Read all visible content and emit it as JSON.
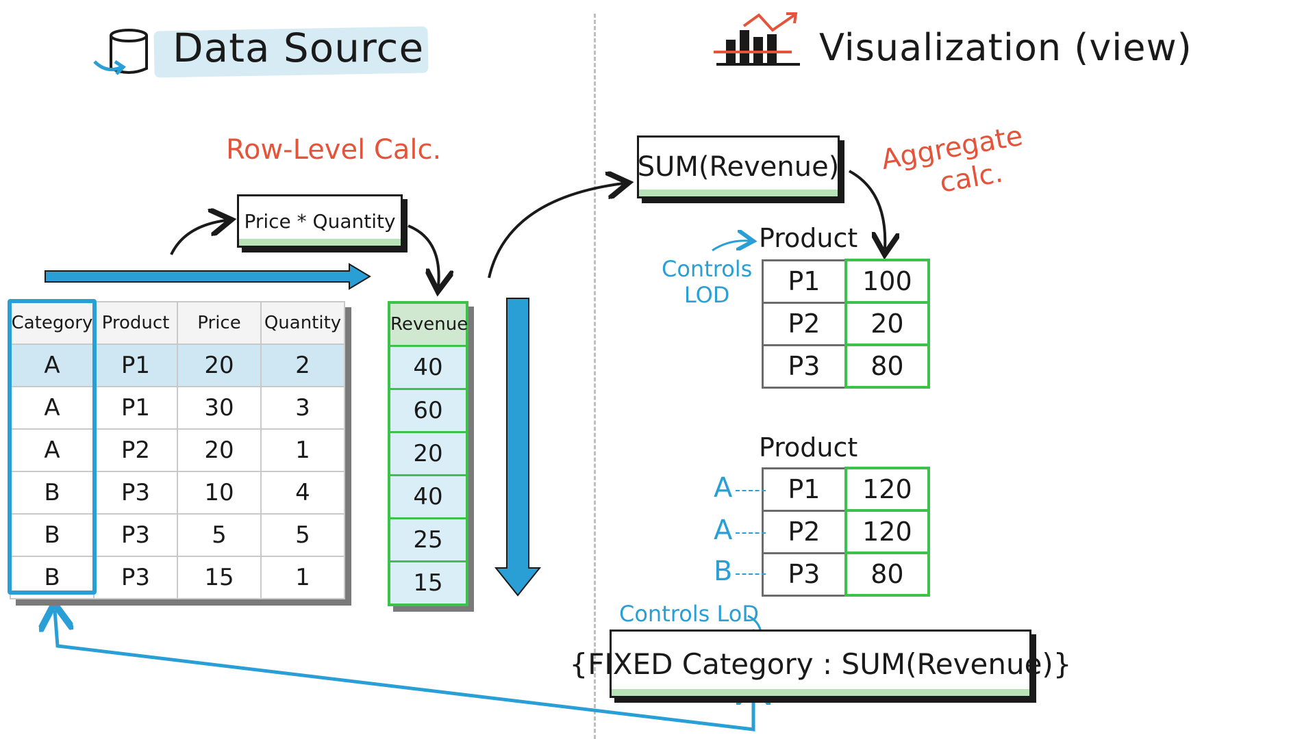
{
  "left_section": {
    "title": "Data Source",
    "row_level_label": "Row-Level Calc.",
    "formula": "Price * Quantity",
    "table": {
      "headers": [
        "Category",
        "Product",
        "Price",
        "Quantity"
      ],
      "rows": [
        [
          "A",
          "P1",
          "20",
          "2"
        ],
        [
          "A",
          "P1",
          "30",
          "3"
        ],
        [
          "A",
          "P2",
          "20",
          "1"
        ],
        [
          "B",
          "P3",
          "10",
          "4"
        ],
        [
          "B",
          "P3",
          "5",
          "5"
        ],
        [
          "B",
          "P3",
          "15",
          "1"
        ]
      ]
    },
    "revenue": {
      "header": "Revenue",
      "values": [
        "40",
        "60",
        "20",
        "40",
        "25",
        "15"
      ]
    }
  },
  "right_section": {
    "title": "Visualization (view)",
    "aggregate_formula": "SUM(Revenue)",
    "aggregate_label_line1": "Aggregate",
    "aggregate_label_line2": "calc.",
    "controls_lod_1_line1": "Controls",
    "controls_lod_1_line2": "LOD",
    "table1": {
      "header": "Product",
      "rows": [
        [
          "P1",
          "100"
        ],
        [
          "P2",
          "20"
        ],
        [
          "P3",
          "80"
        ]
      ]
    },
    "table2": {
      "header": "Product",
      "categories": [
        "A",
        "A",
        "B"
      ],
      "rows": [
        [
          "P1",
          "120"
        ],
        [
          "P2",
          "120"
        ],
        [
          "P3",
          "80"
        ]
      ]
    },
    "controls_lod_2": "Controls LoD",
    "fixed_formula": "{FIXED Category : SUM(Revenue)}"
  },
  "colors": {
    "accent_blue": "#2a9fd6",
    "accent_green": "#3cc24a",
    "accent_red": "#e4543a",
    "highlight_blue": "#d7ebf5"
  },
  "icons": [
    "database-icon",
    "bar-chart-trend-icon"
  ]
}
